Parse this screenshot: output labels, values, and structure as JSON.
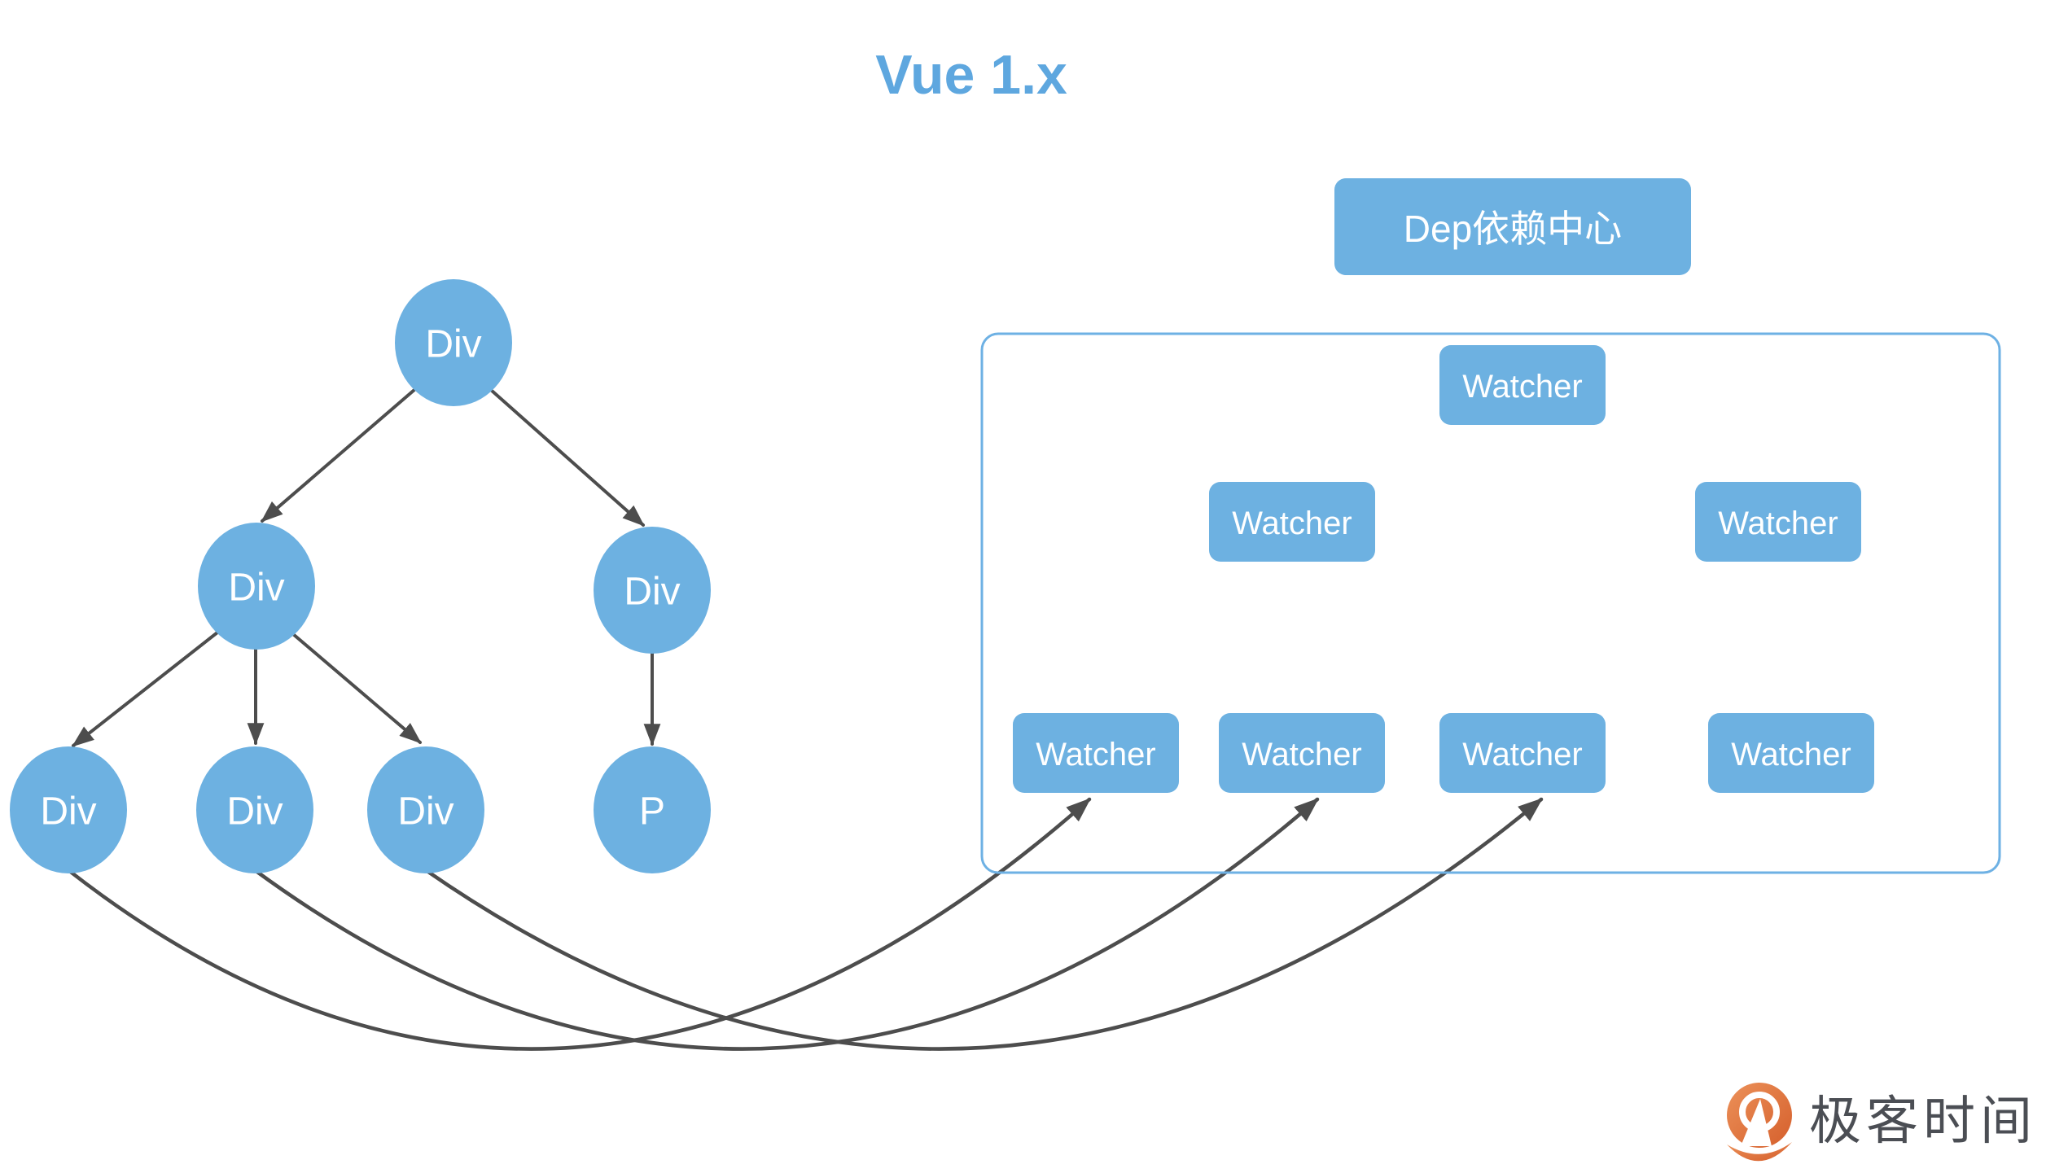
{
  "page": {
    "title": "Vue 1.x"
  },
  "colors": {
    "node_blue": "#6db1e1",
    "panel_border_blue": "#6eb1e4",
    "title_blue": "#5ea7df",
    "arrow_gray": "#4d4d4d",
    "label_white": "#ffffff",
    "logo_orange_light": "#ec9159",
    "logo_orange_dark": "#d55f2c",
    "logo_text_gray": "#4b4e54"
  },
  "dom_tree": {
    "nodes": [
      {
        "id": "div-root",
        "label": "Div"
      },
      {
        "id": "div-left",
        "label": "Div"
      },
      {
        "id": "div-right",
        "label": "Div"
      },
      {
        "id": "div-leaf-1",
        "label": "Div"
      },
      {
        "id": "div-leaf-2",
        "label": "Div"
      },
      {
        "id": "div-leaf-3",
        "label": "Div"
      },
      {
        "id": "p-leaf",
        "label": "P"
      }
    ]
  },
  "dep_panel": {
    "header": "Dep依赖中心",
    "watchers": [
      {
        "id": "watcher-top",
        "label": "Watcher"
      },
      {
        "id": "watcher-mid-left",
        "label": "Watcher"
      },
      {
        "id": "watcher-mid-right",
        "label": "Watcher"
      },
      {
        "id": "watcher-bottom-1",
        "label": "Watcher"
      },
      {
        "id": "watcher-bottom-2",
        "label": "Watcher"
      },
      {
        "id": "watcher-bottom-3",
        "label": "Watcher"
      },
      {
        "id": "watcher-bottom-4",
        "label": "Watcher"
      }
    ]
  },
  "logo": {
    "text": "极客时间"
  }
}
